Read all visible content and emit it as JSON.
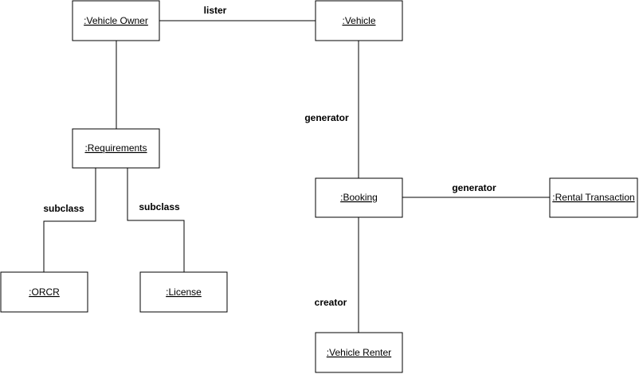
{
  "nodes": {
    "vehicle_owner": ":Vehicle Owner",
    "vehicle": ":Vehicle",
    "requirements": ":Requirements",
    "booking": ":Booking",
    "rental_transaction": ":Rental Transaction",
    "orcr": ":ORCR",
    "license": ":License",
    "vehicle_renter": ":Vehicle Renter"
  },
  "edges": {
    "owner_vehicle": "lister",
    "vehicle_booking": "generator",
    "booking_rental": "generator",
    "requirements_orcr": "subclass",
    "requirements_license": "subclass",
    "booking_renter": "creator"
  },
  "colors": {
    "stroke": "#000000",
    "fill": "#ffffff"
  }
}
